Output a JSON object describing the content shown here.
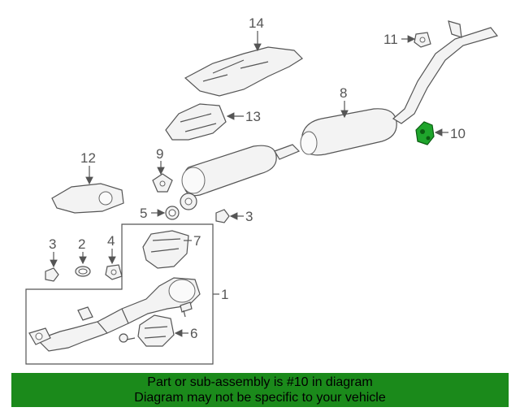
{
  "callouts": {
    "c1": "1",
    "c2": "2",
    "c3a": "3",
    "c3b": "3",
    "c4": "4",
    "c5": "5",
    "c6": "6",
    "c7": "7",
    "c8": "8",
    "c9": "9",
    "c10": "10",
    "c11": "11",
    "c12": "12",
    "c13": "13",
    "c14": "14"
  },
  "highlight": {
    "part": "10",
    "color": "#1fa52c"
  },
  "banner": {
    "line1": "Part or sub-assembly is #10 in diagram",
    "line2": "Diagram may not be specific to your vehicle",
    "color": "#1b8a1b"
  }
}
